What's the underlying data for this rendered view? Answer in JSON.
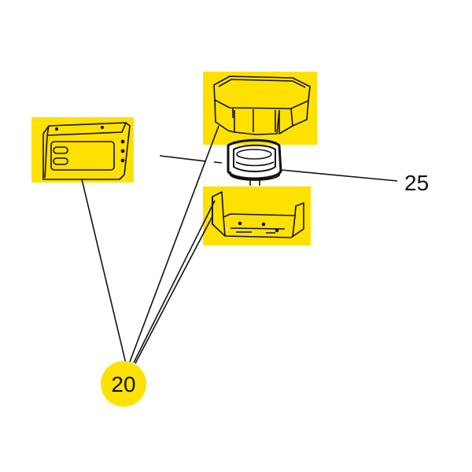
{
  "diagram": {
    "callouts": [
      {
        "id": "part-20",
        "label": "20"
      },
      {
        "id": "part-25",
        "label": "25"
      }
    ],
    "colors": {
      "highlight": "#FFE100",
      "line": "#111111",
      "background": "#FFFFFF"
    }
  }
}
